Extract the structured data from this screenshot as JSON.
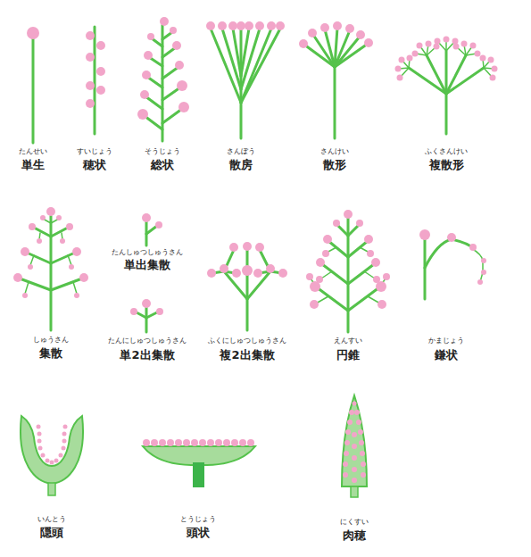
{
  "diagram": {
    "labels": [
      "たんせい",
      "単生",
      "すいじょう",
      "穂状",
      "そうじょう",
      "総状",
      "さんぼう",
      "散房",
      "さんけい",
      "散形",
      "ふくさんけい",
      "複散形",
      "たんしゅつしゅうさん",
      "単出集散",
      "しゅうさん",
      "集散",
      "たんにしゅつしゅうさん",
      "単2出集散",
      "ふくにしゅつしゅうさん",
      "複2出集散",
      "えんすい",
      "円錐",
      "かまじょう",
      "鎌状",
      "いんとう",
      "隠頭",
      "とうじょう",
      "頭状",
      "にくすい",
      "肉穂"
    ]
  }
}
